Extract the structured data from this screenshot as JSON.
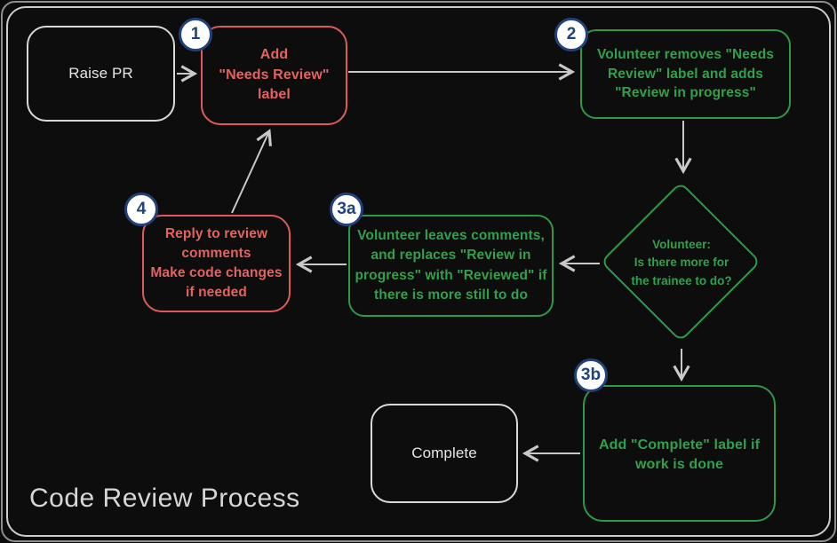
{
  "title": "Code Review Process",
  "colors": {
    "background": "#0d0d0d",
    "frame": "#cdcdcd",
    "red_node": "#e4625f",
    "green_node": "#30a04b",
    "white_node": "#e6e6e6",
    "badge_navy": "#21427c",
    "badge_fill": "#ffffff",
    "arrow": "#c9c9c9"
  },
  "nodes": {
    "raise_pr": {
      "label": "Raise PR"
    },
    "step1": {
      "badge": "1",
      "lines": [
        "Add",
        "\"Needs Review\"",
        "label"
      ]
    },
    "step2": {
      "badge": "2",
      "lines": [
        "Volunteer removes \"Needs",
        "Review\" label and adds",
        "\"Review in progress\""
      ]
    },
    "decision": {
      "lines": [
        "Volunteer:",
        "Is there more for",
        "the trainee to do?"
      ]
    },
    "step3a": {
      "badge": "3a",
      "lines": [
        "Volunteer leaves comments,",
        "and replaces \"Review in",
        "progress\" with \"Reviewed\" if",
        "there is more still to do"
      ]
    },
    "step4": {
      "badge": "4",
      "lines": [
        "Reply to review",
        "comments",
        "Make code changes",
        "if needed"
      ]
    },
    "step3b": {
      "badge": "3b",
      "lines": [
        "Add \"Complete\" label if",
        "work is done"
      ]
    },
    "complete": {
      "label": "Complete"
    }
  }
}
